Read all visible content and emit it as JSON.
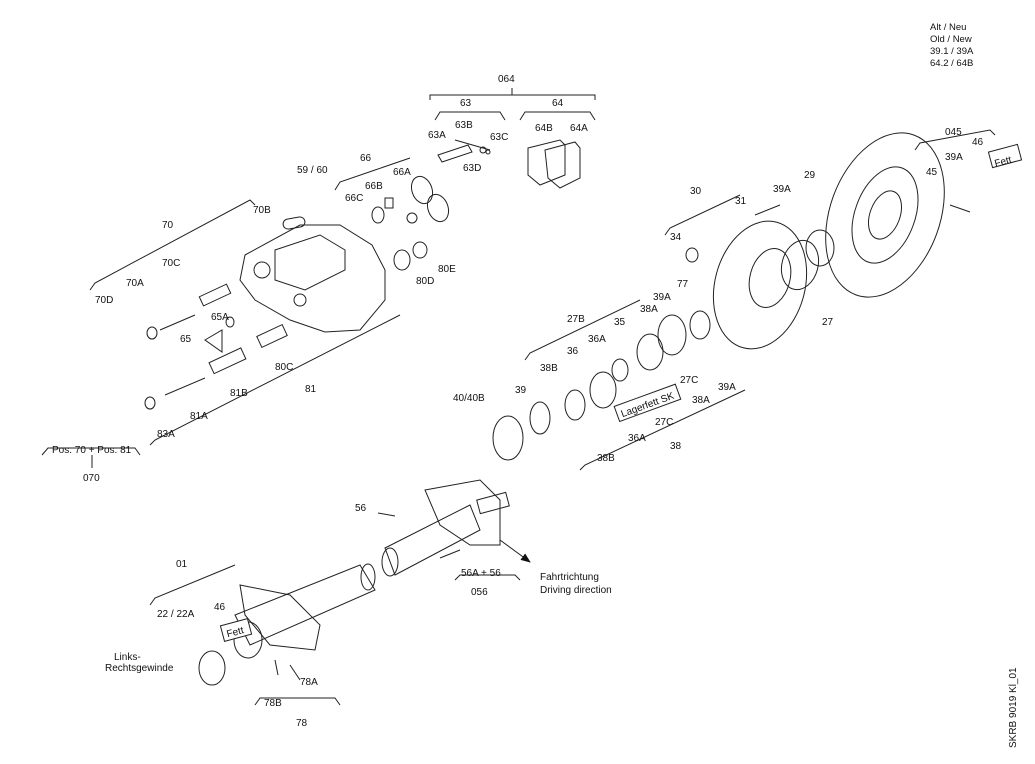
{
  "legend": {
    "line1": "Alt / Neu",
    "line2": "Old / New",
    "line3": "39.1 / 39A",
    "line4": "64.2 / 64B"
  },
  "drawing_code": "SKRB 9019 Kl_01",
  "direction": {
    "de": "Fahrtrichtung",
    "en": "Driving direction"
  },
  "notes": {
    "links_rechts_1": "Links-",
    "links_rechts_2": "Rechtsgewinde",
    "pos_note": "Pos. 70 + Pos. 81",
    "fett_1": "Fett",
    "fett_2": "Fett",
    "lagerfett": "Lagerfett SK"
  },
  "labels": {
    "l064": "064",
    "l63": "63",
    "l64": "64",
    "l63A": "63A",
    "l63B": "63B",
    "l63C": "63C",
    "l63D": "63D",
    "l64B": "64B",
    "l64A": "64A",
    "l66": "66",
    "l59_60": "59 / 60",
    "l66A": "66A",
    "l66B": "66B",
    "l66C": "66C",
    "l70": "70",
    "l70B": "70B",
    "l70C": "70C",
    "l70A": "70A",
    "l70D": "70D",
    "l65A": "65A",
    "l65": "65",
    "l80E": "80E",
    "l80D": "80D",
    "l80C": "80C",
    "l81B": "81B",
    "l81": "81",
    "l81A": "81A",
    "l83A": "83A",
    "l070": "070",
    "l045": "045",
    "l46a": "46",
    "l39A_top": "39A",
    "l45": "45",
    "l29": "29",
    "l30": "30",
    "l39A_mid": "39A",
    "l31": "31",
    "l34": "34",
    "l27": "27",
    "l77": "77",
    "l39A_b": "39A",
    "l38A_a": "38A",
    "l27B": "27B",
    "l35": "35",
    "l36A": "36A",
    "l36": "36",
    "l38B": "38B",
    "l39": "39",
    "l40_40B": "40/40B",
    "l27C_a": "27C",
    "l39A_c": "39A",
    "l38A_b": "38A",
    "l27C_b": "27C",
    "l36A_b": "36A",
    "l38B_b": "38B",
    "l38": "38",
    "l56": "56",
    "l56A_56": "56A  + 56",
    "l056": "056",
    "l01": "01",
    "l22_22A": "22 / 22A",
    "l46b": "46",
    "l78A": "78A",
    "l78B": "78B",
    "l78": "78"
  }
}
